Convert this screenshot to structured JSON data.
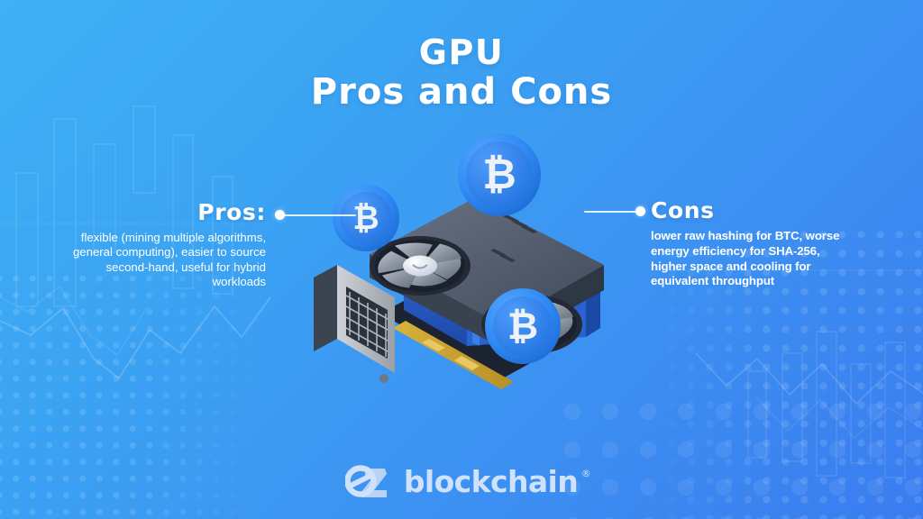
{
  "title": {
    "line1": "GPU",
    "line2": "Pros and Cons"
  },
  "callouts": {
    "pros": {
      "heading": "Pros:",
      "body": "flexible (mining multiple algorithms, general computing), easier to source second-hand, useful for hybrid workloads"
    },
    "cons": {
      "heading": "Cons",
      "body": "lower raw hashing for BTC, worse energy efficiency for SHA-256, higher space and cooling for equivalent throughput"
    }
  },
  "illustration": {
    "subject": "gpu-graphics-card-with-bitcoin-coins",
    "coin_symbol": "₿",
    "coin_count": 3,
    "fan_count": 2
  },
  "brand": {
    "mark": "ez-monogram",
    "name": "blockchain",
    "trademark": "®"
  },
  "colors": {
    "bg_start": "#3fb0f5",
    "bg_end": "#3a7cef",
    "text": "#ffffff",
    "logo": "#cfe1fb",
    "coin_blue": "#2f8bf5",
    "card_blue": "#2b63d6",
    "card_dark": "#3a4455"
  }
}
